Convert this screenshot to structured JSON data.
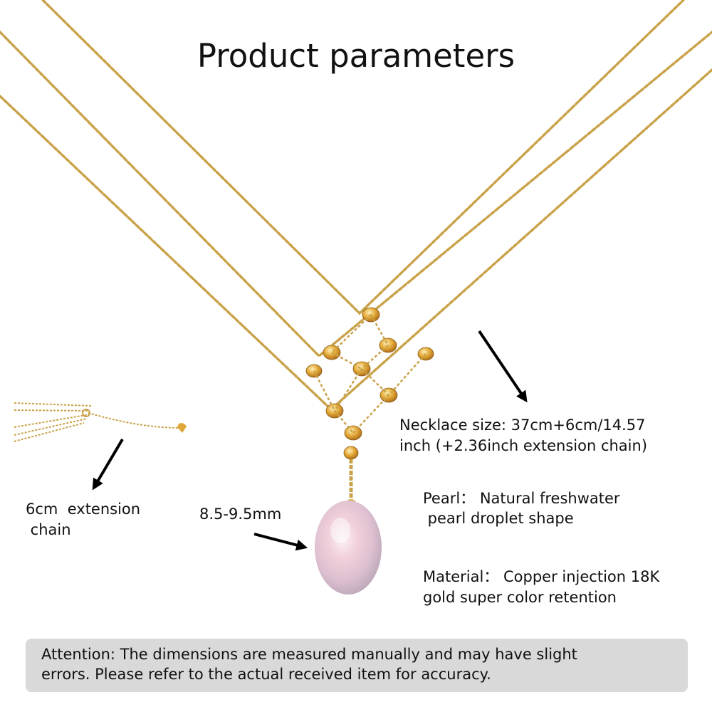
{
  "title": "Product parameters",
  "necklace_size": {
    "line1": "Necklace size: 37cm+6cm/14.57",
    "line2": "inch (+2.36inch extension chain)"
  },
  "pearl": {
    "line1": "Pearl： Natural freshwater",
    "line2": " pearl droplet shape"
  },
  "material": {
    "line1": "Material： Copper injection 18K",
    "line2": "gold super color retention"
  },
  "extension": {
    "line1": "6cm  extension",
    "line2": " chain"
  },
  "pearl_size": "8.5-9.5mm",
  "attention": {
    "line1": "Attention: The dimensions are measured manually and may have slight",
    "line2": "errors. Please refer to the actual received item for accuracy."
  },
  "colors": {
    "chain_gold": "#c9a24a",
    "bead_gold": "#e0a83a",
    "pearl": "#efd6dc",
    "attention_bg": "#d9d9d9"
  }
}
